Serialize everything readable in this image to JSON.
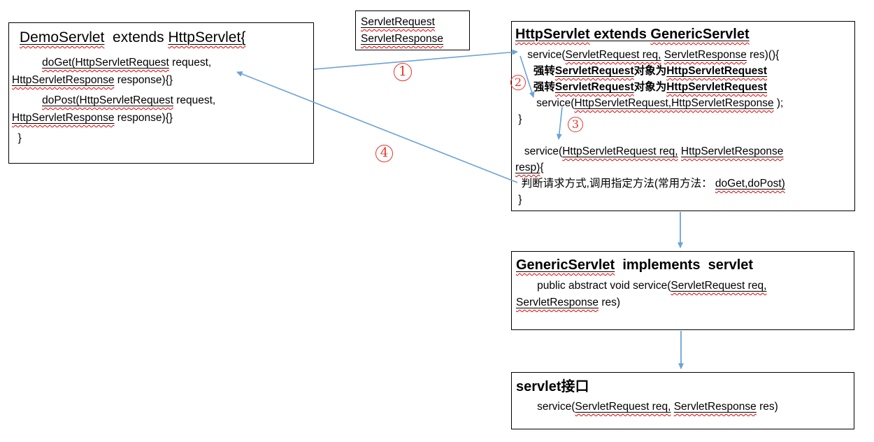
{
  "colors": {
    "arrow": "#6ba2d8",
    "badge_red": "#e8352c",
    "squiggle_red": "#e60000",
    "box_border": "#000000",
    "text": "#000000"
  },
  "boxes": {
    "demo": {
      "title": [
        {
          "t": "DemoServlet",
          "s": "uw"
        },
        {
          "t": "  extends ",
          "s": ""
        },
        {
          "t": "HttpServlet{",
          "s": "uw"
        }
      ],
      "lines": [
        {
          "seg": [
            {
              "t": "          ",
              "s": ""
            },
            {
              "t": "doGet(HttpServletRequest",
              "s": "uw"
            },
            {
              "t": " request,",
              "s": ""
            }
          ]
        },
        {
          "seg": [
            {
              "t": "HttpServletResponse",
              "s": "uw"
            },
            {
              "t": " response){}",
              "s": ""
            }
          ]
        },
        {
          "gap": true,
          "seg": [
            {
              "t": "          ",
              "s": ""
            },
            {
              "t": "doPost(HttpServletRequest",
              "s": "uw"
            },
            {
              "t": " request,",
              "s": ""
            }
          ]
        },
        {
          "seg": [
            {
              "t": "HttpServletResponse",
              "s": "uw"
            },
            {
              "t": " response){}",
              "s": ""
            }
          ]
        },
        {
          "gap": true,
          "seg": [
            {
              "t": "  }",
              "s": ""
            }
          ]
        }
      ]
    },
    "reqres": {
      "lines": [
        {
          "seg": [
            {
              "t": "ServletRequest",
              "s": "uw"
            }
          ]
        },
        {
          "seg": [
            {
              "t": "ServletResponse",
              "s": "uw"
            }
          ]
        }
      ]
    },
    "http": {
      "title": [
        {
          "t": "HttpServlet",
          "s": "buw"
        },
        {
          "t": " extends ",
          "s": "bu"
        },
        {
          "t": "GenericServlet",
          "s": "buw"
        }
      ],
      "lines": [
        {
          "seg": [
            {
              "t": "    service(",
              "s": ""
            },
            {
              "t": "ServletRequest req,",
              "s": "uw"
            },
            {
              "t": " ",
              "s": ""
            },
            {
              "t": "ServletResponse",
              "s": "uw"
            },
            {
              "t": " res)(){",
              "s": ""
            }
          ]
        },
        {
          "seg": [
            {
              "t": "      ",
              "s": ""
            },
            {
              "t": "强转",
              "s": "b"
            },
            {
              "t": "ServletRequest",
              "s": "buw"
            },
            {
              "t": "对象为",
              "s": "b"
            },
            {
              "t": "HttpServletRequest",
              "s": "buw"
            }
          ]
        },
        {
          "seg": [
            {
              "t": "      ",
              "s": ""
            },
            {
              "t": "强转",
              "s": "b"
            },
            {
              "t": "ServletRequest",
              "s": "buw"
            },
            {
              "t": "对象为",
              "s": "b"
            },
            {
              "t": "HttpServletRequest",
              "s": "buw"
            }
          ]
        },
        {
          "seg": [
            {
              "t": "       service(",
              "s": ""
            },
            {
              "t": "HttpServletRequest,HttpServletResponse",
              "s": "uw"
            },
            {
              "t": " );",
              "s": ""
            }
          ]
        },
        {
          "seg": [
            {
              "t": " }",
              "s": ""
            }
          ]
        },
        {
          "seg": [
            {
              "t": " ",
              "s": ""
            }
          ]
        },
        {
          "seg": [
            {
              "t": "   service(",
              "s": ""
            },
            {
              "t": "HttpServletRequest req,",
              "s": "uw"
            },
            {
              "t": " ",
              "s": ""
            },
            {
              "t": "HttpServletResponse",
              "s": "uw"
            }
          ]
        },
        {
          "seg": [
            {
              "t": "resp)",
              "s": "uw"
            },
            {
              "t": "{",
              "s": ""
            }
          ]
        },
        {
          "seg": [
            {
              "t": "  判断请求方式,调用指定方法(常用方法： ",
              "s": ""
            },
            {
              "t": "doGet,doPost)",
              "s": "uw"
            }
          ]
        },
        {
          "seg": [
            {
              "t": " }",
              "s": ""
            }
          ]
        }
      ]
    },
    "generic": {
      "title": [
        {
          "t": "GenericServlet",
          "s": "buw"
        },
        {
          "t": "  implements  servlet",
          "s": "b"
        }
      ],
      "lines": [
        {
          "seg": [
            {
              "t": "       public abstract void service(",
              "s": ""
            },
            {
              "t": "ServletRequest req,",
              "s": "uw"
            }
          ]
        },
        {
          "seg": [
            {
              "t": "ServletResponse",
              "s": "uw"
            },
            {
              "t": " res)",
              "s": ""
            }
          ]
        }
      ]
    },
    "servlet": {
      "title": [
        {
          "t": "servlet接口",
          "s": "b"
        }
      ],
      "lines": [
        {
          "seg": [
            {
              "t": "       service(",
              "s": ""
            },
            {
              "t": "ServletRequest req,",
              "s": "uw"
            },
            {
              "t": " ",
              "s": ""
            },
            {
              "t": "ServletResponse",
              "s": "uw"
            },
            {
              "t": " res)",
              "s": ""
            }
          ]
        }
      ]
    }
  },
  "badges": [
    {
      "label": "1"
    },
    {
      "label": "2"
    },
    {
      "label": "3"
    },
    {
      "label": "4"
    }
  ]
}
